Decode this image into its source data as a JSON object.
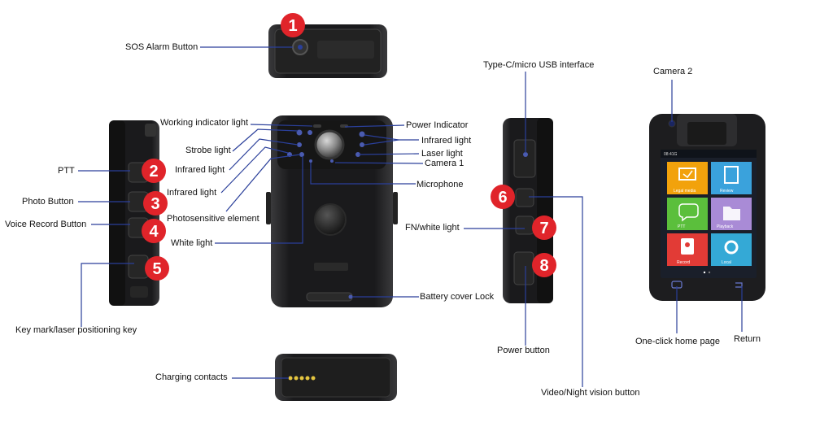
{
  "callouts": {
    "sos_alarm_button": "SOS Alarm Button",
    "ptt": "PTT",
    "photo_button": "Photo Button",
    "voice_record_button": "Voice Record Button",
    "key_mark": "Key mark/laser positioning key",
    "working_indicator_light": "Working indicator light",
    "strobe_light": "Strobe light",
    "infrared_light_left_1": "Infrared light",
    "infrared_light_left_2": "Infrared light",
    "photosensitive_element": "Photosensitive element",
    "white_light": "White light",
    "power_indicator": "Power Indicator",
    "infrared_light_right": "Infrared light",
    "laser_light": "Laser light",
    "camera_1": "Camera 1",
    "microphone": "Microphone",
    "battery_cover_lock": "Battery cover Lock",
    "charging_contacts": "Charging contacts",
    "usb_interface": "Type-C/micro USB interface",
    "fn_white_light": "FN/white light",
    "power_button": "Power button",
    "video_night_button": "Video/Night vision button",
    "camera_2": "Camera 2",
    "home_page": "One-click home page",
    "return": "Return"
  },
  "badges": [
    "1",
    "2",
    "3",
    "4",
    "5",
    "6",
    "7",
    "8"
  ],
  "screen": {
    "status_time": "08:41G",
    "tiles": [
      "Legal media",
      "Review",
      "PTT",
      "Playback",
      "Record",
      "Local"
    ]
  },
  "colors": {
    "badge": "#e0242a",
    "leader_line": "#2a3f9a",
    "device_body": "#1c1c1e",
    "tile_orange": "#f2a20c",
    "tile_blue": "#3aa2dc",
    "tile_green": "#5bbf3c",
    "tile_purple": "#a98bd6",
    "tile_red": "#e23b36",
    "tile_cyan": "#34a9d6"
  }
}
